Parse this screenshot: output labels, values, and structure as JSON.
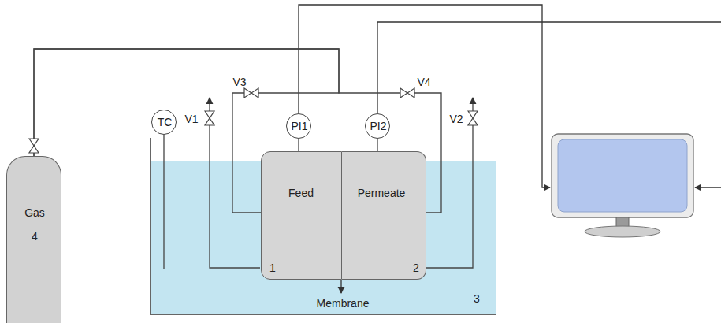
{
  "diagram": {
    "nodes": [
      {
        "text": [
          "Gas",
          "4"
        ]
      },
      {
        "text": [
          "TC"
        ]
      },
      {
        "text": [
          "PI1"
        ]
      },
      {
        "text": [
          "PI2"
        ]
      },
      {
        "text": [
          "3"
        ]
      },
      {
        "text": [
          "Feed",
          "1"
        ],
        "in": 4
      },
      {
        "text": [
          "Permeate",
          "2"
        ],
        "in": 4
      }
    ],
    "edges": [
      {
        "from": 0,
        "to": 5,
        "arrow": "none"
      },
      {
        "from": 0,
        "to": 6,
        "arrow": "none"
      },
      {
        "from": 2,
        "to": 5,
        "arrow": "none"
      },
      {
        "from": 3,
        "to": 6,
        "arrow": "none"
      }
    ],
    "labels": [
      "V1",
      "V3",
      "V4",
      "V2",
      "Membrane"
    ]
  }
}
